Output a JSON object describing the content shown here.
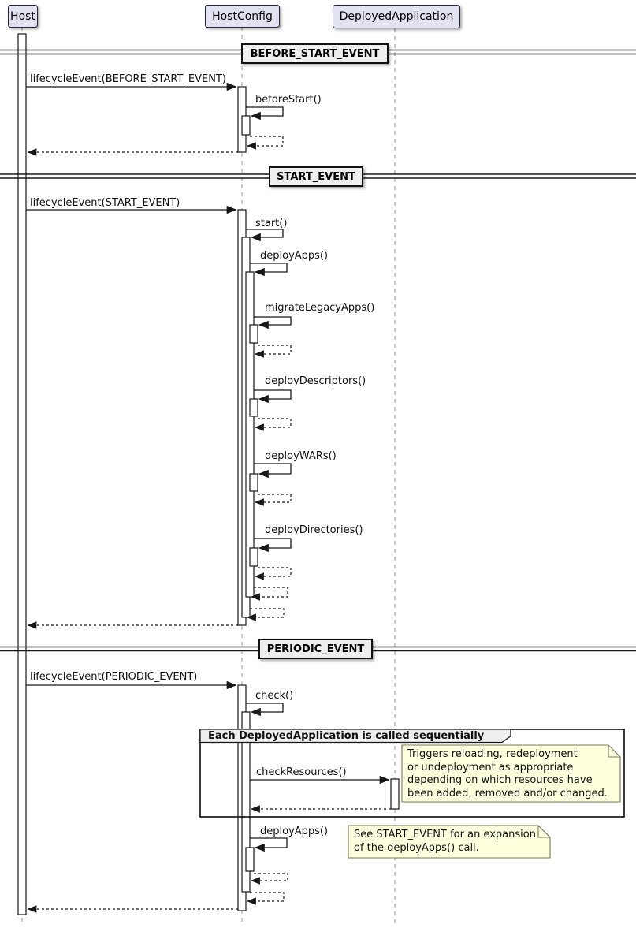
{
  "diagram_type": "uml-sequence",
  "participants": [
    {
      "name": "Host"
    },
    {
      "name": "HostConfig"
    },
    {
      "name": "DeployedApplication"
    }
  ],
  "dividers": [
    {
      "label": "BEFORE_START_EVENT"
    },
    {
      "label": "START_EVENT"
    },
    {
      "label": "PERIODIC_EVENT"
    }
  ],
  "messages": {
    "lifecycle_before_start": "lifecycleEvent(BEFORE_START_EVENT)",
    "before_start": "beforeStart()",
    "lifecycle_start": "lifecycleEvent(START_EVENT)",
    "start": "start()",
    "deploy_apps_1": "deployApps()",
    "migrate_legacy_apps": "migrateLegacyApps()",
    "deploy_descriptors": "deployDescriptors()",
    "deploy_wars": "deployWARs()",
    "deploy_directories": "deployDirectories()",
    "lifecycle_periodic": "lifecycleEvent(PERIODIC_EVENT)",
    "check": "check()",
    "check_resources": "checkResources()",
    "deploy_apps_2": "deployApps()"
  },
  "group": {
    "label": "Each DeployedApplication is called sequentially"
  },
  "notes": [
    {
      "text": "Triggers reloading, redeployment\nor undeployment as appropriate\ndepending on which resources have\nbeen added, removed and/or changed."
    },
    {
      "text": "See START_EVENT for an expansion\nof the deployApps() call."
    }
  ],
  "colors": {
    "participant_fill": "#E2E2F0",
    "participant_border": "#23233b",
    "divider_fill": "#EEEEEE",
    "group_header_fill": "#EEEEEE",
    "note_fill": "#FEFFDD",
    "note_border": "#777755",
    "line_color": "#181818",
    "lifeline_color": "#999999",
    "activation_fill": "#FFFFFF"
  }
}
